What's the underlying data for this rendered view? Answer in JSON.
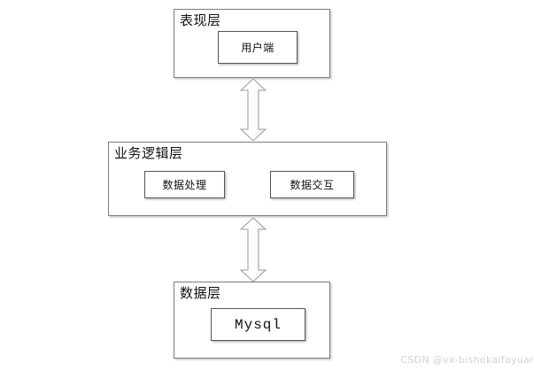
{
  "diagram": {
    "title": "",
    "background_color": "#ffffff",
    "box_border_color": "#7d7d7d",
    "node_border_color": "#555555",
    "arrow_fill_color": "#fbfbfb",
    "arrow_stroke_color": "#9a9a9a",
    "layers": [
      {
        "id": "presentation",
        "title": "表现层",
        "nodes": [
          {
            "id": "client",
            "label": "用户端"
          }
        ]
      },
      {
        "id": "business",
        "title": "业务逻辑层",
        "nodes": [
          {
            "id": "processing",
            "label": "数据处理"
          },
          {
            "id": "interaction",
            "label": "数据交互"
          }
        ]
      },
      {
        "id": "data",
        "title": "数据层",
        "nodes": [
          {
            "id": "mysql",
            "label": "Mysql"
          }
        ]
      }
    ],
    "connectors": [
      {
        "id": "presentation-business",
        "type": "double-arrow",
        "direction": "vertical"
      },
      {
        "id": "business-data",
        "type": "double-arrow",
        "direction": "vertical"
      }
    ]
  },
  "watermark": {
    "text": "CSDN @vx-bishekaifayuar"
  }
}
